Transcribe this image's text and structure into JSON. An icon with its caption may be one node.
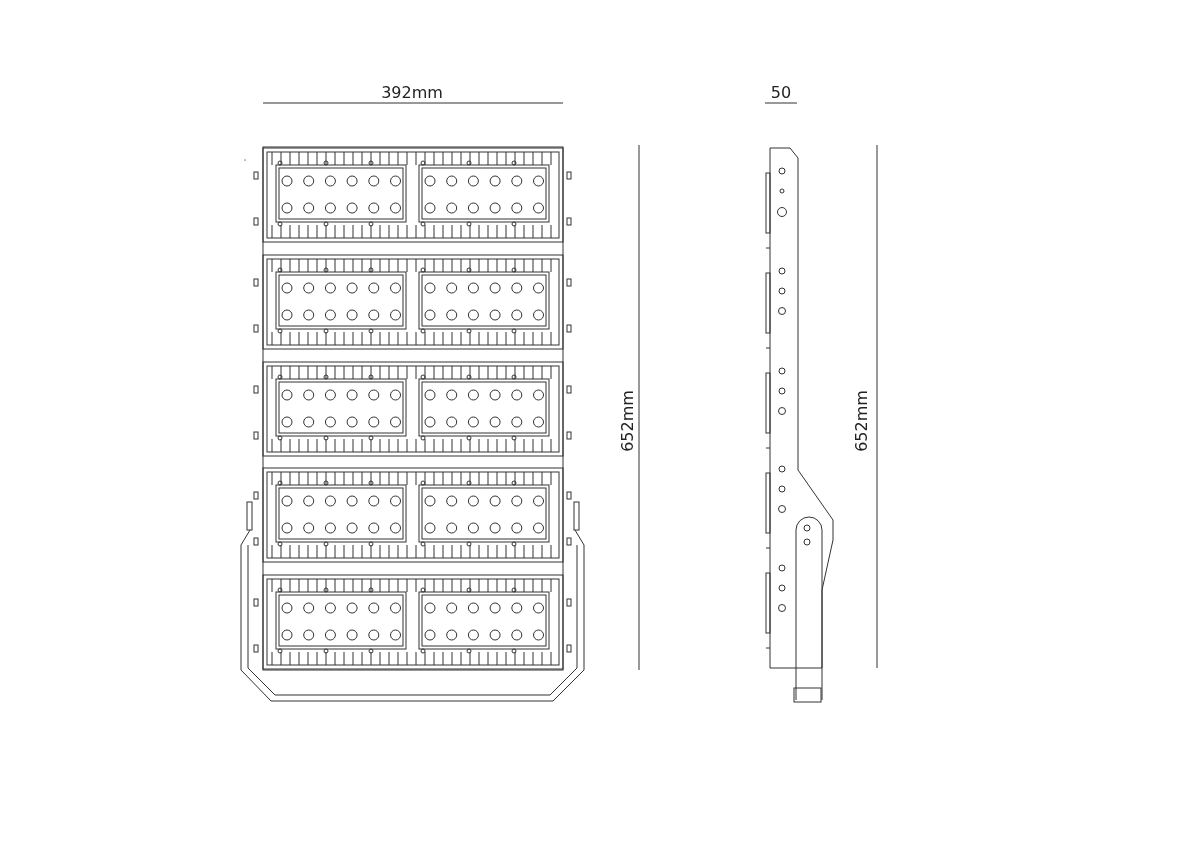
{
  "diagram": {
    "labels": [
      "392mm",
      "50",
      "652mm",
      "652mm"
    ]
  }
}
